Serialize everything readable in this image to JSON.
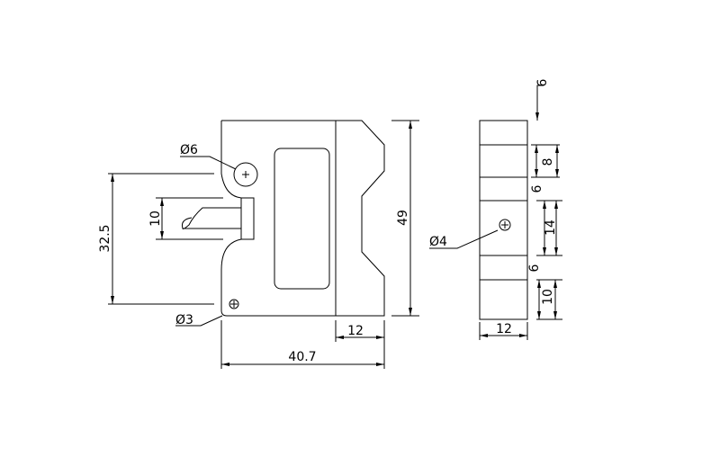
{
  "front_view": {
    "dim_hole_large": "Ø6",
    "dim_hole_small": "Ø3",
    "dim_height_slot": "32.5",
    "dim_lever_width": "10",
    "dim_total_height": "49",
    "dim_right_width": "12",
    "dim_total_width": "40.7"
  },
  "side_view": {
    "dim_hole": "Ø4",
    "dim_top_offset": "6",
    "dim_seg_1": "8",
    "dim_gap_1": "6",
    "dim_seg_2": "14",
    "dim_gap_2": "6",
    "dim_seg_3": "10",
    "dim_width": "12"
  },
  "colors": {
    "line": "#000000",
    "background": "#ffffff"
  }
}
